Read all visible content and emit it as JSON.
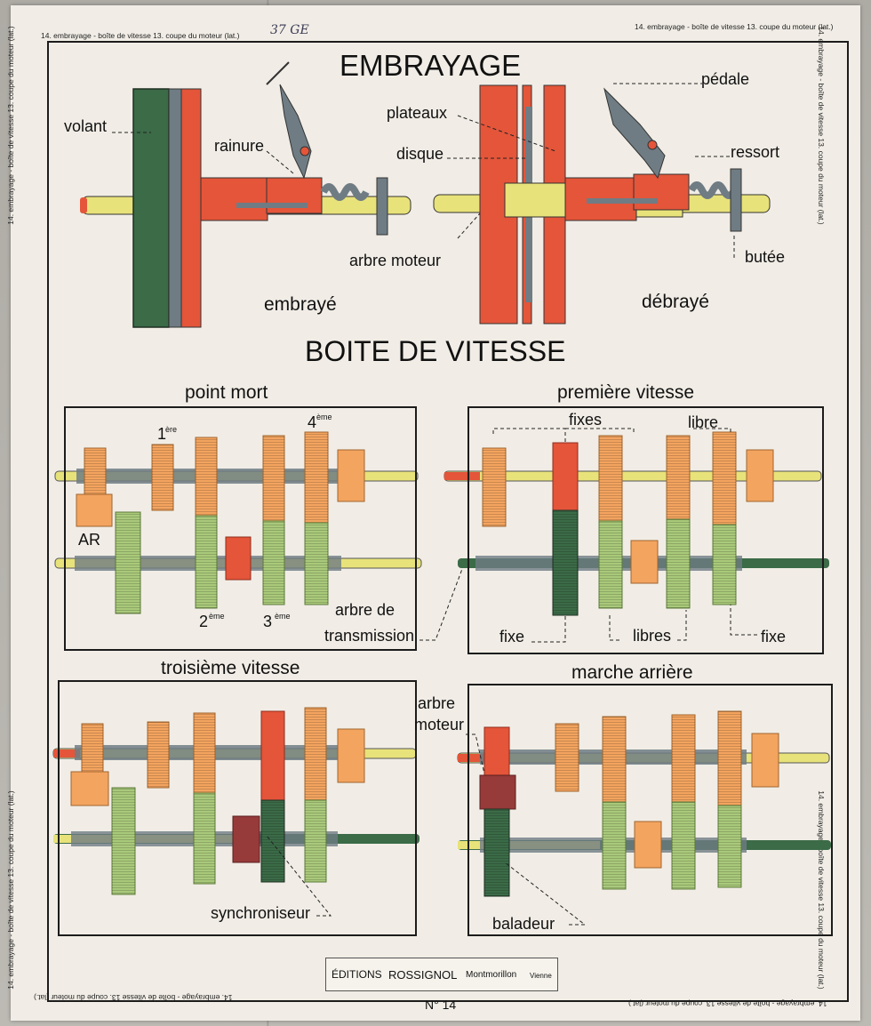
{
  "edge_text": "14. embrayage - boîte de vitesse 13. coupe du moteur (lat.)",
  "handwritten_ref": "37 GE",
  "embrayage": {
    "title": "EMBRAYAGE",
    "labels": {
      "volant": "volant",
      "rainure": "rainure",
      "plateaux": "plateaux",
      "disque": "disque",
      "pedale": "pédale",
      "ressort": "ressort",
      "arbre_moteur": "arbre moteur",
      "butee": "butée",
      "embraye": "embrayé",
      "debraye": "débrayé"
    }
  },
  "boite": {
    "title": "BOITE DE VITESSE",
    "panels": {
      "point_mort": {
        "title": "point mort",
        "labels": {
          "ere": "ère",
          "n1": "1",
          "n4": "4",
          "eme4": "ème",
          "ar": "AR",
          "n2": "2",
          "eme2": "ème",
          "n3": "3",
          "eme3": "ème",
          "arbre_de": "arbre de",
          "transmission": "transmission"
        }
      },
      "premiere": {
        "title": "première vitesse",
        "labels": {
          "fixes": "fixes",
          "libre": "libre",
          "fixe_left": "fixe",
          "libres": "libres",
          "fixe_right": "fixe"
        }
      },
      "troisieme": {
        "title": "troisième vitesse",
        "labels": {
          "synchroniseur": "synchroniseur"
        }
      },
      "marche_arriere": {
        "title": "marche arrière",
        "labels": {
          "arbre": "arbre",
          "moteur": "moteur",
          "baladeur": "baladeur"
        }
      }
    }
  },
  "footer": {
    "editions": "ÉDITIONS",
    "brand": "ROSSIGNOL",
    "city": "Montmorillon",
    "region": "Vienne"
  },
  "plate_number": "N° 14",
  "colors": {
    "red": "#e4553a",
    "dark_green": "#3b6b47",
    "light_green": "#a9c97a",
    "orange": "#f3a45f",
    "shaft": "#e8e27a",
    "grey": "#6f7c84"
  }
}
